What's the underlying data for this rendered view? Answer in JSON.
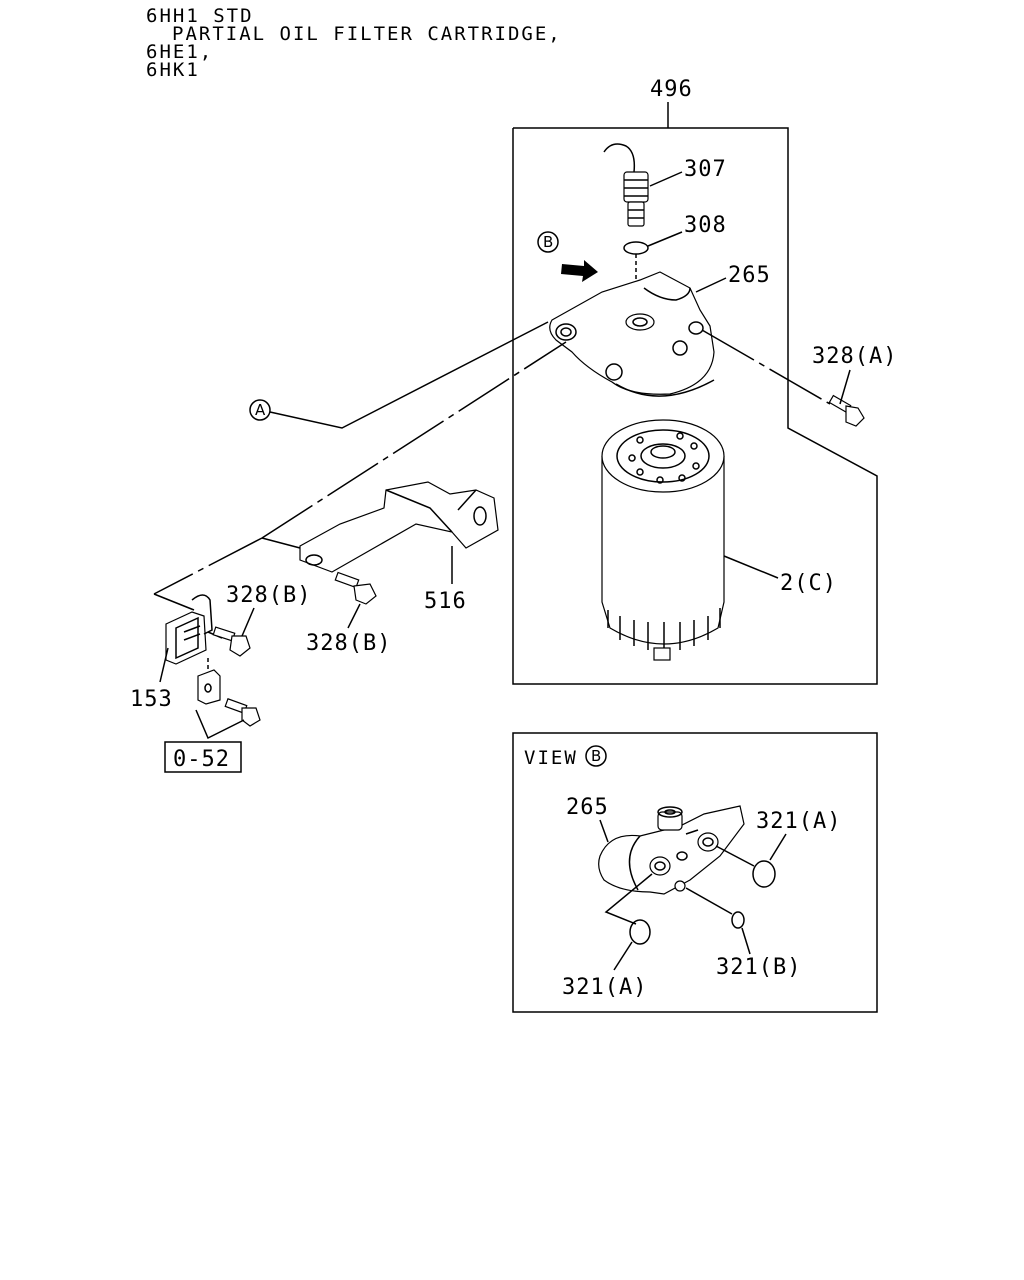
{
  "header": {
    "line1": "6HH1 STD",
    "line2": "PARTIAL OIL FILTER CARTRIDGE,",
    "line3": "6HE1,",
    "line4": "6HK1"
  },
  "callouts": {
    "c496": "496",
    "c307": "307",
    "c308": "308",
    "c265": "265",
    "c328a": "328(A)",
    "c2c": "2(C)",
    "c516": "516",
    "c328b_1": "328(B)",
    "c328b_2": "328(B)",
    "c153": "153",
    "c052": "0-52",
    "circleA": "A",
    "circleB": "B"
  },
  "view_b": {
    "title": "VIEW",
    "circle": "B",
    "c265": "265",
    "c321a_top": "321(A)",
    "c321a_bottom": "321(A)",
    "c321b": "321(B)"
  }
}
